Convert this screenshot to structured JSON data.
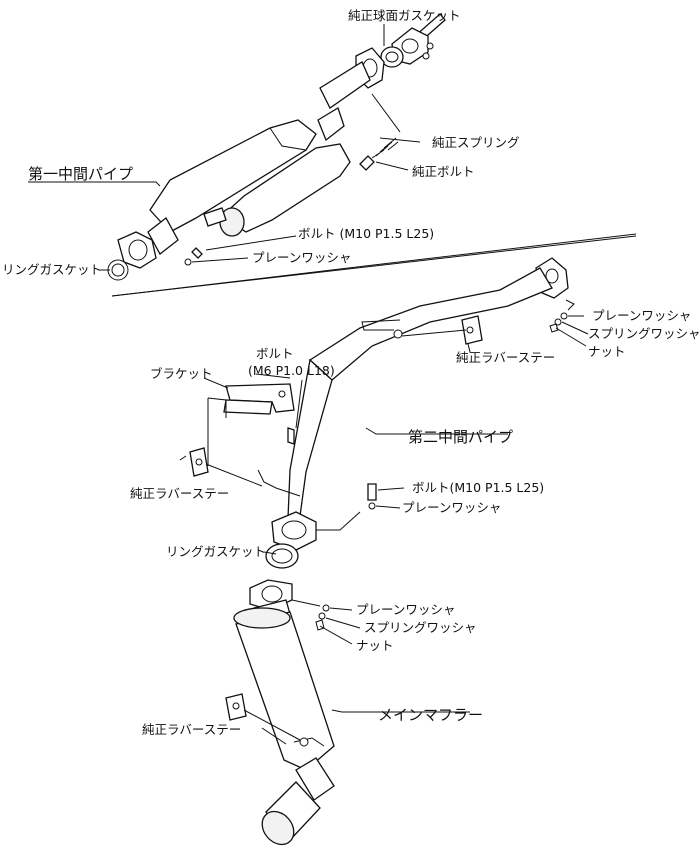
{
  "labels": {
    "oem_ball_gasket": "純正球面ガスケット",
    "oem_spring": "純正スプリング",
    "oem_bolt": "純正ボルト",
    "first_mid_pipe": "第一中間パイプ",
    "bolt_m10_1": "ボルト (M10 P1.5 L25)",
    "plain_washer_1": "プレーンワッシャ",
    "ring_gasket_1": "リングガスケット",
    "plain_washer_2": "プレーンワッシャ",
    "spring_washer_1": "スプリングワッシャ",
    "nut_1": "ナット",
    "oem_rubber_stay_1": "純正ラバーステー",
    "bolt_m6_line1": "ボルト",
    "bolt_m6_line2": "(M6 P1.0 L18)",
    "bracket": "ブラケット",
    "second_mid_pipe": "第二中間パイプ",
    "oem_rubber_stay_2": "純正ラバーステー",
    "bolt_m10_2": "ボルト(M10 P1.5 L25)",
    "plain_washer_3": "プレーンワッシャ",
    "ring_gasket_2": "リングガスケット",
    "plain_washer_4": "プレーンワッシャ",
    "spring_washer_2": "スプリングワッシャ",
    "nut_2": "ナット",
    "main_muffler": "メインマフラー",
    "oem_rubber_stay_3": "純正ラバーステー"
  }
}
